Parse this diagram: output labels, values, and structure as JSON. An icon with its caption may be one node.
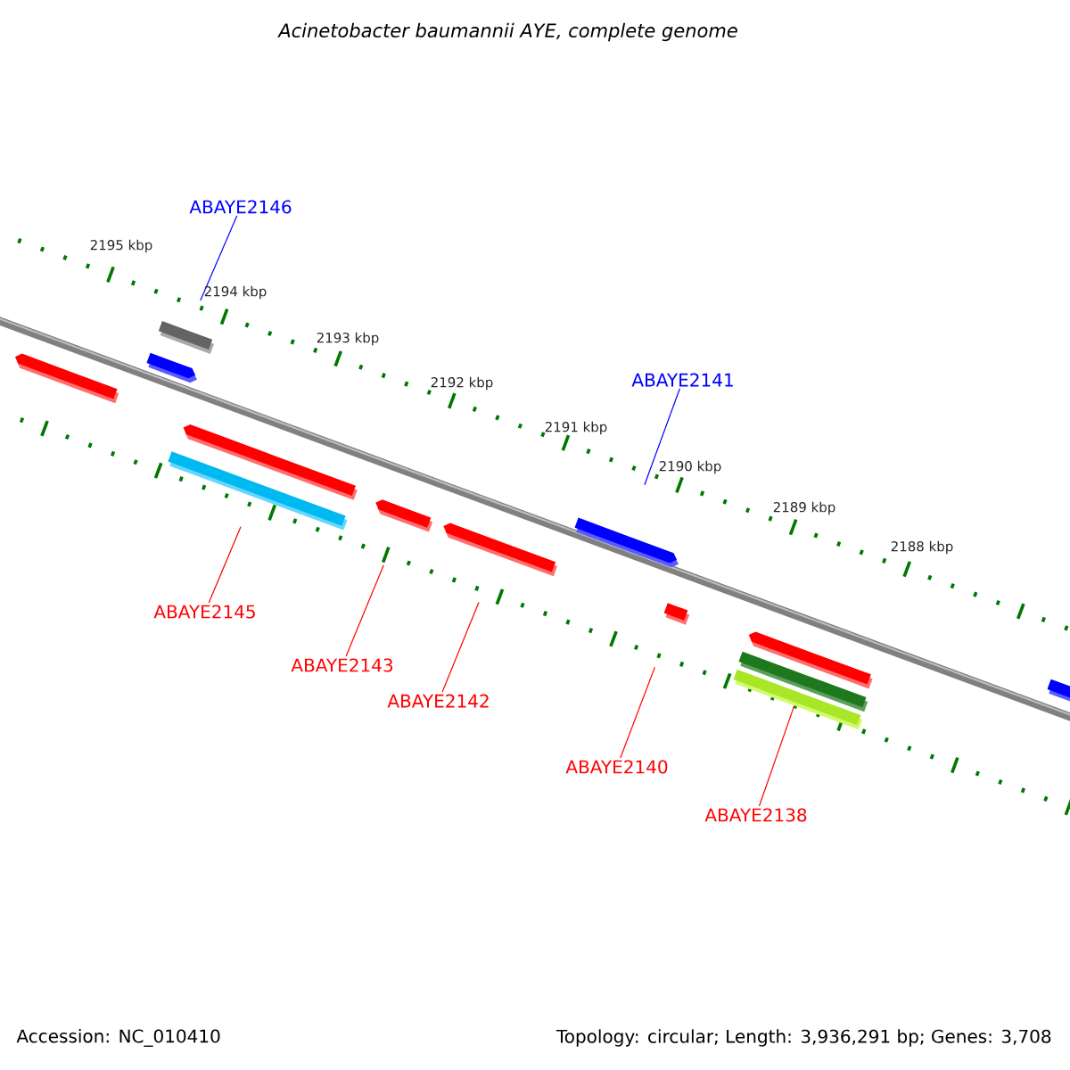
{
  "diagram": {
    "title": "Acinetobacter baumannii AYE, complete genome",
    "nodes": [
      {
        "text": [
          "ABAYE2146"
        ]
      },
      {
        "text": [
          "ABAYE2141"
        ]
      },
      {
        "text": [
          "ABAYE2145"
        ]
      },
      {
        "text": [
          "ABAYE2143"
        ]
      },
      {
        "text": [
          "ABAYE2142"
        ]
      },
      {
        "text": [
          "ABAYE2140"
        ]
      },
      {
        "text": [
          "ABAYE2138"
        ]
      },
      {
        "text": [],
        "shape": "bar"
      },
      {
        "text": [],
        "shape": "bar"
      },
      {
        "text": [],
        "shape": "bar"
      },
      {
        "text": [],
        "shape": "bar"
      },
      {
        "text": [],
        "shape": "bar"
      },
      {
        "text": [],
        "shape": "bar"
      },
      {
        "text": [],
        "shape": "bar"
      },
      {
        "text": [],
        "shape": "bar"
      },
      {
        "text": [],
        "shape": "bar"
      },
      {
        "text": [],
        "shape": "bar"
      },
      {
        "text": [],
        "shape": "bar"
      },
      {
        "text": [],
        "shape": "bar"
      },
      {
        "text": [],
        "shape": "bar"
      }
    ],
    "edges": [
      {
        "from": 0,
        "to": 9,
        "arrow": "none",
        "color": "#0000ff"
      },
      {
        "from": 1,
        "to": 14,
        "arrow": "none",
        "color": "#0000ff"
      },
      {
        "from": 2,
        "to": 10,
        "arrow": "none"
      },
      {
        "from": 3,
        "to": 12,
        "arrow": "none"
      },
      {
        "from": 4,
        "to": 13,
        "arrow": "none"
      },
      {
        "from": 5,
        "to": 15,
        "arrow": "none"
      },
      {
        "from": 6,
        "to": 16,
        "arrow": "none"
      }
    ],
    "labels": [
      "2195 kbp",
      "2194 kbp",
      "2193 kbp",
      "2192 kbp",
      "2191 kbp",
      "2190 kbp",
      "2189 kbp",
      "2188 kbp",
      "Accession: NC_010410",
      "Topology: circular; Length: 3,936,291 bp; Genes: 3,708"
    ]
  }
}
